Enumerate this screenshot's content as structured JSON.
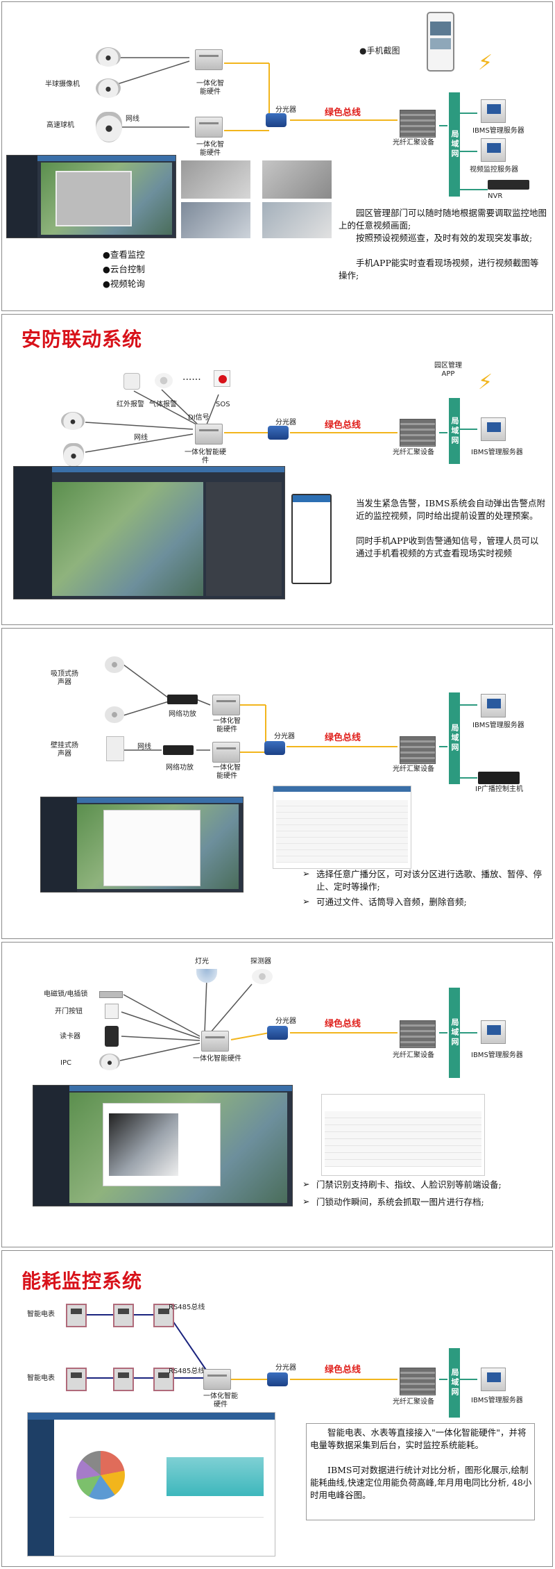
{
  "panel1": {
    "labels": {
      "dome": "半球摄像机",
      "ptz": "高速球机",
      "net": "网线",
      "hw1": "一体化智能硬件",
      "hw2": "一体化智能硬件",
      "splitter": "分光器",
      "bus": "绿色总线",
      "switch": "光纤汇聚设备",
      "lan": "局域网",
      "ibms": "IBMS管理服务器",
      "video": "视频监控服务器",
      "nvr": "NVR",
      "phone_shot": "●手机截图"
    },
    "features": [
      "●查看监控",
      "●云台控制",
      "●视频轮询"
    ],
    "desc": [
      "园区管理部门可以随时随地根据需要调取监控地图上的任意视频画面;",
      "按照预设视频巡查，及时有效的发现突发事故;",
      "手机APP能实时查看现场视频，进行视频截图等操作;"
    ]
  },
  "panel2": {
    "title": "安防联动系统",
    "labels": {
      "ir": "红外报警",
      "gas": "气体报警",
      "dots": "······",
      "sos": "SOS",
      "di": "DI信号",
      "net": "网线",
      "hw": "一体化智能硬件",
      "splitter": "分光器",
      "bus": "绿色总线",
      "switch": "光纤汇聚设备",
      "lan": "局域网",
      "app": "园区管理APP",
      "ibms": "IBMS管理服务器"
    },
    "desc": [
      "当发生紧急告警，IBMS系统会自动弹出告警点附近的监控视频，同时给出提前设置的处理预案。",
      "同时手机APP收到告警通知信号，管理人员可以通过手机看视频的方式查看现场实时视频"
    ]
  },
  "panel3": {
    "labels": {
      "ceiling": "吸顶式扬声器",
      "wall": "壁挂式扬声器",
      "amp1": "网络功放",
      "amp2": "网络功放",
      "net": "网线",
      "hw1": "一体化智能硬件",
      "hw2": "一体化智能硬件",
      "splitter": "分光器",
      "bus": "绿色总线",
      "switch": "光纤汇聚设备",
      "lan": "局域网",
      "ibms": "IBMS管理服务器",
      "ip": "IP广播控制主机"
    },
    "bullets": [
      "选择任意广播分区，可对该分区进行选歌、播放、暂停、停止、定时等操作;",
      "可通过文件、话筒导入音频，删除音频;"
    ]
  },
  "panel4": {
    "labels": {
      "light": "灯光",
      "detector": "探测器",
      "lock": "电磁锁/电插锁",
      "button": "开门按钮",
      "reader": "读卡器",
      "ipc": "IPC",
      "hw": "一体化智能硬件",
      "splitter": "分光器",
      "bus": "绿色总线",
      "switch": "光纤汇聚设备",
      "lan": "局域网",
      "ibms": "IBMS管理服务器"
    },
    "bullets": [
      "门禁识别支持刷卡、指纹、人脸识别等前端设备;",
      "门锁动作瞬间，系统会抓取一图片进行存档;"
    ]
  },
  "panel5": {
    "title": "能耗监控系统",
    "labels": {
      "meter1": "智能电表",
      "meter2": "智能电表",
      "rs1": "RS485总线",
      "rs2": "RS485总线",
      "hw": "一体化智能硬件",
      "splitter": "分光器",
      "bus": "绿色总线",
      "switch": "光纤汇聚设备",
      "lan": "局域网",
      "ibms": "IBMS管理服务器"
    },
    "desc": [
      "智能电表、水表等直接接入\"一体化智能硬件\"，并将电量等数据采集到后台，实时监控系统能耗。",
      "IBMS可对数据进行统计对比分析，图形化展示,绘制能耗曲线,快速定位用能负荷高峰,年月用电同比分析, 48小时用电峰谷图。"
    ]
  },
  "colors": {
    "bus_line": "#f2b51c",
    "lan": "#2c9a7f",
    "title": "#d8121a",
    "bus_text": "#e0201c"
  }
}
